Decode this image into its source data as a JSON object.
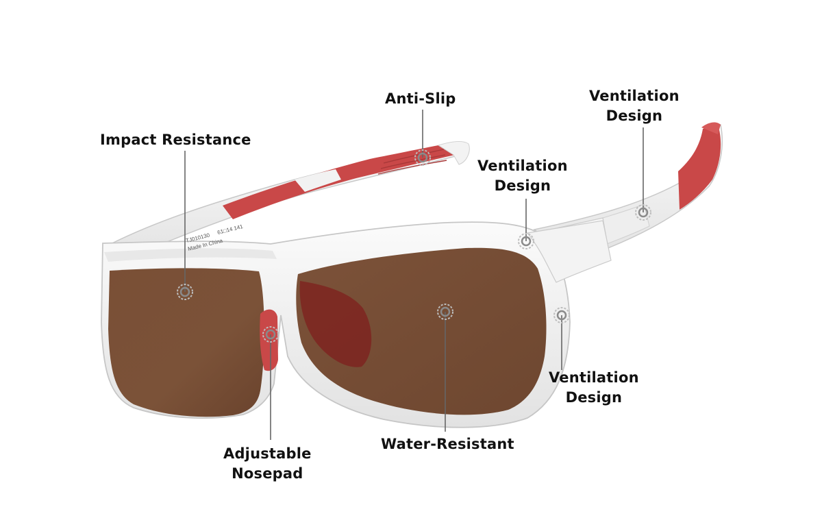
{
  "colors": {
    "frame": "#f4f4f4",
    "frame_shadow": "#cfcfcf",
    "lens": "#7a5038",
    "lens_tint": "#8a2a22",
    "accent_red": "#cc4a4a",
    "leader": "#666666"
  },
  "callouts": {
    "anti_slip": {
      "lines": [
        "Anti-Slip"
      ]
    },
    "impact_resistance": {
      "lines": [
        "Impact Resistance"
      ]
    },
    "ventilation_temple": {
      "lines": [
        "Ventilation",
        "Design"
      ]
    },
    "ventilation_hinge": {
      "lines": [
        "Ventilation",
        "Design"
      ]
    },
    "ventilation_side": {
      "lines": [
        "Ventilation",
        "Design"
      ]
    },
    "adjustable_nosepad": {
      "lines": [
        "Adjustable",
        "Nosepad"
      ]
    },
    "water_resistant": {
      "lines": [
        "Water-Resistant"
      ]
    }
  },
  "temple_print": {
    "model": "TJ010130",
    "size": "61□14 141",
    "origin": "Made In China"
  }
}
